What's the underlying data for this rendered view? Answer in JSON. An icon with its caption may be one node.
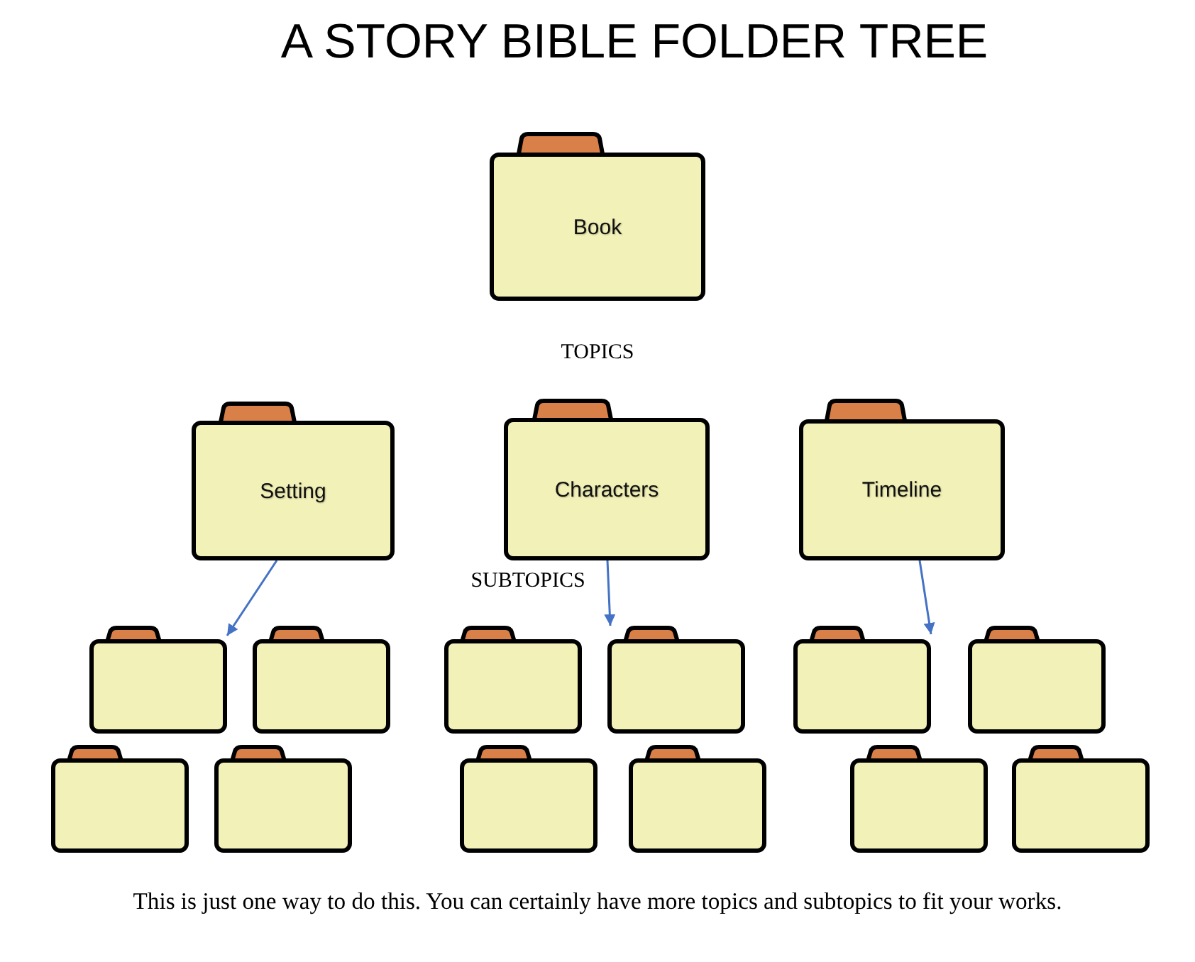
{
  "diagram": {
    "title": "A STORY BIBLE FOLDER TREE",
    "caption": "This is just one way to do this. You can certainly have more topics and subtopics to fit your works.",
    "nodes": [
      {
        "text": [
          "Book"
        ]
      },
      {
        "text": [
          "Setting"
        ]
      },
      {
        "text": [
          "Characters"
        ]
      },
      {
        "text": [
          "Timeline"
        ]
      },
      {
        "text": [],
        "shape": "folder"
      },
      {
        "text": [],
        "shape": "folder"
      },
      {
        "text": [],
        "shape": "folder"
      },
      {
        "text": [],
        "shape": "folder"
      },
      {
        "text": [],
        "shape": "folder"
      },
      {
        "text": [],
        "shape": "folder"
      },
      {
        "text": [],
        "shape": "folder"
      },
      {
        "text": [],
        "shape": "folder"
      },
      {
        "text": [],
        "shape": "folder"
      },
      {
        "text": [],
        "shape": "folder"
      },
      {
        "text": [],
        "shape": "folder"
      },
      {
        "text": [],
        "shape": "folder"
      }
    ],
    "edges": [
      {
        "from": 1,
        "to": 4,
        "arrow": "to"
      },
      {
        "from": 2,
        "to": 7,
        "arrow": "to"
      },
      {
        "from": 3,
        "to": 8,
        "arrow": "to"
      }
    ],
    "labels": [
      "TOPICS",
      "SUBTOPICS"
    ]
  }
}
